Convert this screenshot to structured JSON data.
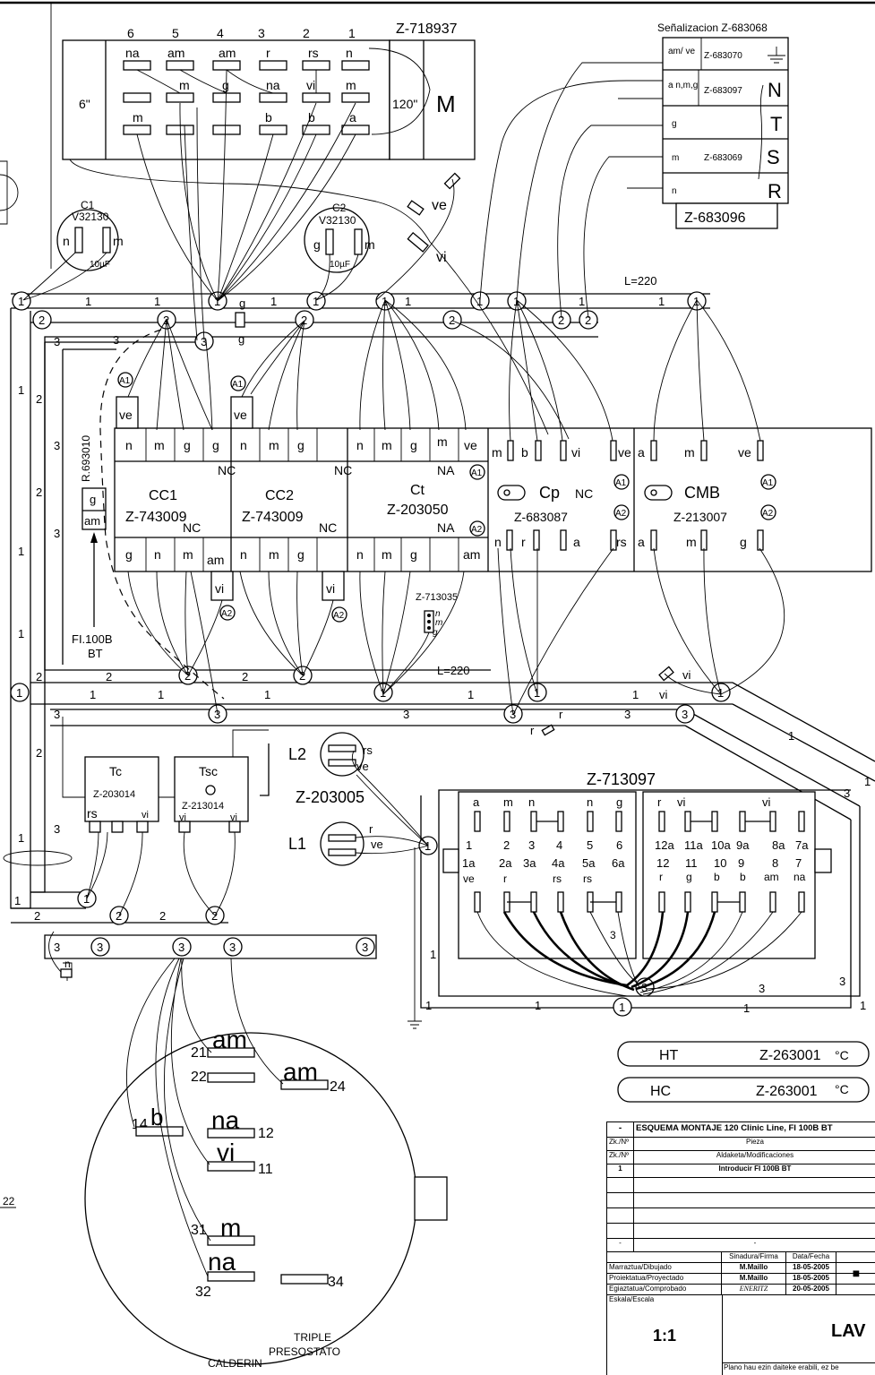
{
  "motor": {
    "code": "Z-718937",
    "letter": "M",
    "left_cap": "6\"",
    "right_cap": "120\"",
    "pin_numbers": [
      "6",
      "5",
      "4",
      "3",
      "2",
      "1"
    ],
    "row1": [
      "na",
      "am",
      "am",
      "r",
      "rs",
      "n"
    ],
    "row2": [
      "m",
      "g",
      "na",
      "vi",
      "m"
    ],
    "row3": [
      "m",
      "b",
      "b",
      "a"
    ]
  },
  "signal": {
    "title": "Señalizacion  Z-683068",
    "rows": [
      {
        "tag": "am/ ve",
        "code": "Z-683070",
        "letter": ""
      },
      {
        "tag": "a n,m,g",
        "code": "Z-683097",
        "letter": "N"
      },
      {
        "tag": "g",
        "code": "",
        "letter": "T"
      },
      {
        "tag": "m",
        "code": "Z-683069",
        "letter": "S"
      },
      {
        "tag": "n",
        "code": "",
        "letter": "R"
      }
    ],
    "bottom_code": "Z-683096"
  },
  "capacitors": [
    {
      "name": "C1",
      "code": "V32130",
      "left": "n",
      "right": "m",
      "value": "10µF"
    },
    {
      "name": "C2",
      "code": "V32130",
      "left": "g",
      "right": "m",
      "value": "10µF"
    }
  ],
  "labels": {
    "ve": "ve",
    "vi": "vi",
    "g1": "g",
    "g2": "g",
    "L220_top": "L=220",
    "L220_mid": "L=220",
    "a1": "A1",
    "a2": "A2",
    "r693010": "R.693010",
    "fi100b": "FI.100B",
    "bt": "BT",
    "relay_g": "g",
    "relay_am": "am",
    "z713035": "Z-713035",
    "z713035_pins": [
      "n",
      "m",
      "g"
    ],
    "L1": "L1",
    "L2": "L2",
    "z203005": "Z-203005",
    "L1_r": "r",
    "L1_ve": "ve",
    "L2_rs": "rs",
    "L2_ve": "ve",
    "z713097": "Z-713097",
    "ht": "HT",
    "ht_code": "Z-263001",
    "ht_unit": "°C",
    "hc": "HC",
    "hc_code": "Z-263001",
    "hc_unit": "°C",
    "triple": "TRIPLE",
    "presostato": "PRESOSTATO",
    "calderin": "CALDERIN",
    "side22": "22",
    "n_small": "n",
    "r_small": "r",
    "vi_small": "vi"
  },
  "contactors": [
    {
      "name": "CC1",
      "code": "Z-743009",
      "top": [
        "n",
        "m",
        "g",
        "g"
      ],
      "bottom": [
        "g",
        "n",
        "m",
        "am"
      ],
      "nc_top": "NC",
      "nc_bottom": "NC",
      "extra_top": "ve",
      "extra_bottom": "vi"
    },
    {
      "name": "CC2",
      "code": "Z-743009",
      "top": [
        "n",
        "m",
        "g",
        ""
      ],
      "bottom": [
        "n",
        "m",
        "g",
        ""
      ],
      "nc_top": "NC",
      "nc_bottom": "NC",
      "extra_top": "ve",
      "extra_bottom": "vi"
    },
    {
      "name": "Ct",
      "code": "Z-203050",
      "top": [
        "n",
        "m",
        "g",
        "m",
        "ve"
      ],
      "bottom": [
        "n",
        "m",
        "g",
        "",
        "am"
      ],
      "na_top": "NA",
      "na_bottom": "NA"
    },
    {
      "name": "Cp",
      "code": "Z-683087",
      "top": [
        "m",
        "b",
        "vi",
        "ve"
      ],
      "bottom": [
        "n",
        "r",
        "a",
        "rs"
      ],
      "nc": "NC"
    },
    {
      "name": "CMB",
      "code": "Z-213007",
      "top": [
        "a",
        "m",
        "ve"
      ],
      "bottom": [
        "a",
        "m",
        "g"
      ]
    }
  ],
  "thermostats": [
    {
      "name": "Tc",
      "code": "Z-203014",
      "left": "rs",
      "right": "vi"
    },
    {
      "name": "Tsc",
      "code": "Z-213014",
      "left": "vi",
      "right": "vi"
    }
  ],
  "timer_block": {
    "top_left": [
      "a",
      "m",
      "n",
      "n",
      "g"
    ],
    "num_left": [
      "1",
      "2",
      "3",
      "4",
      "5",
      "6"
    ],
    "sub_left": [
      "1a",
      "2a",
      "3a",
      "4a",
      "5a",
      "6a"
    ],
    "col_left": [
      "ve",
      "r",
      "rs",
      "rs"
    ],
    "top_right": [
      "r",
      "vi",
      "vi"
    ],
    "num_right": [
      "12a",
      "11a",
      "10a",
      "9a",
      "8a",
      "7a"
    ],
    "sub_right": [
      "12",
      "11",
      "10",
      "9",
      "8",
      "7"
    ],
    "col_right": [
      "r",
      "g",
      "b",
      "b",
      "am",
      "na"
    ]
  },
  "pressostat": {
    "pins": [
      {
        "num": "21",
        "wire": "am"
      },
      {
        "num": "22",
        "wire": ""
      },
      {
        "num": "24",
        "wire": "am"
      },
      {
        "num": "14",
        "wire": "b"
      },
      {
        "num": "12",
        "wire": "na"
      },
      {
        "num": "11",
        "wire": "vi"
      },
      {
        "num": "31",
        "wire": "m"
      },
      {
        "num": "32",
        "wire": "na"
      },
      {
        "num": "34",
        "wire": ""
      }
    ]
  },
  "bus_numbers": {
    "one": "1",
    "two": "2",
    "three": "3"
  },
  "title_block": {
    "title": "ESQUEMA MONTAJE 120 Clinic Line, FI 100B BT",
    "dash": "-",
    "zk1": "Zk./Nº",
    "pieza": "Pieza",
    "zk2": "Zk./Nº",
    "mods": "Aldaketa/Modificaciones",
    "rev_num": "1",
    "rev_text": "Introducir FI 100B BT",
    "dash2": "-",
    "dash3": "-",
    "firma": "Sinadura/Firma",
    "fecha": "Data/Fecha",
    "rows": [
      {
        "role": "Marraztua/Dibujado",
        "who": "M.Maillo",
        "date": "18-05-2005"
      },
      {
        "role": "Proiektatua/Proyectado",
        "who": "M.Maillo",
        "date": "18-05-2005"
      },
      {
        "role": "Egiaztatua/Comprobado",
        "who": "ENERITZ",
        "date": "20-05-2005"
      }
    ],
    "escala_label": "Eskala/Escala",
    "escala": "1:1",
    "name": "LAV",
    "footer": "Plano hau ezin daiteke erabili, ez be"
  }
}
